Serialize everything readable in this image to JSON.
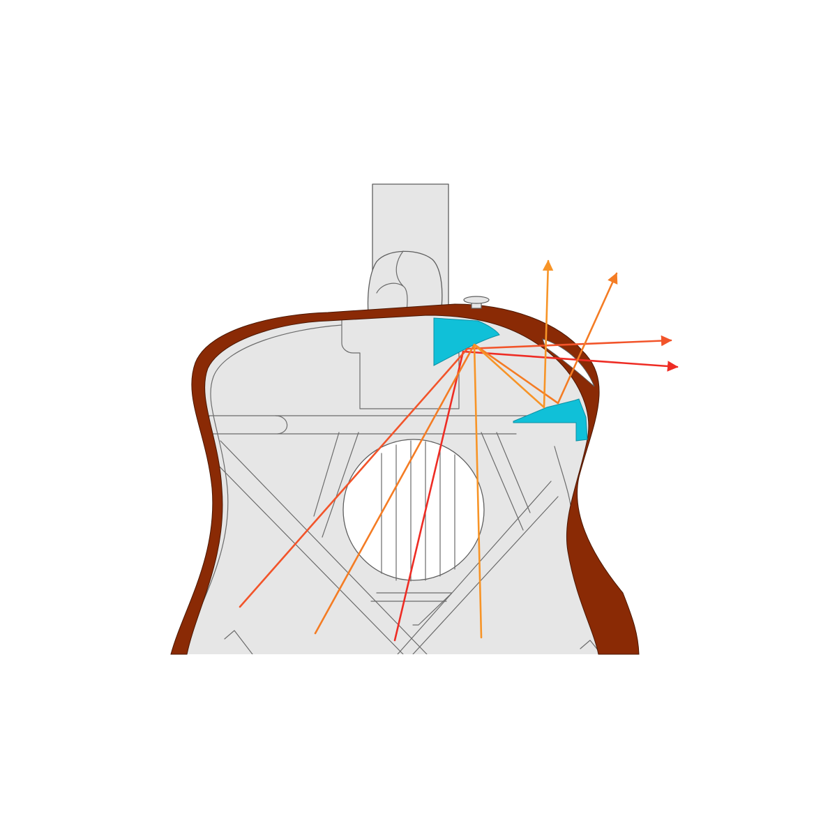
{
  "colors": {
    "background": "#ffffff",
    "body_fill": "#e6e6e6",
    "outline": "#5e5e5e",
    "rim": "#8a2a05",
    "reflector": "#10c0d8",
    "ray_red": "#ee2c24",
    "ray_red_orange": "#f2542a",
    "ray_orange": "#f47c24",
    "ray_light_orange": "#f79427"
  },
  "parts": [
    "guitar-neck",
    "neck-heel",
    "guitar-body",
    "body-rim",
    "strap-button",
    "sound-hole",
    "bracing",
    "upper-reflector",
    "lower-reflector",
    "sound-rays"
  ]
}
